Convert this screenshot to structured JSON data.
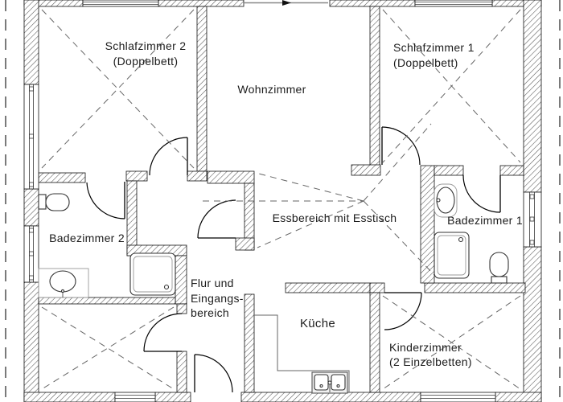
{
  "colors": {
    "wall_hatch": "#555555",
    "outline": "#111111",
    "room_diagonal_dash": "#666666",
    "text": "#1c1c1c",
    "background": "#ffffff"
  },
  "rooms": {
    "schlafzimmer2": {
      "line1": "Schlafzimmer 2",
      "line2": "(Doppelbett)"
    },
    "wohnzimmer": {
      "label": "Wohnzimmer"
    },
    "schlafzimmer1": {
      "line1": "Schlafzimmer 1",
      "line2": "(Doppelbett)"
    },
    "essbereich": {
      "label": "Essbereich mit Esstisch"
    },
    "badezimmer2": {
      "label": "Badezimmer 2"
    },
    "badezimmer1": {
      "label": "Badezimmer 1"
    },
    "flur": {
      "line1": "Flur und",
      "line2": "Eingangs-",
      "line3": "bereich"
    },
    "kueche": {
      "label": "Küche"
    },
    "kinderzimmer": {
      "line1": "Kinderzimmer",
      "line2": "(2 Einzelbetten)"
    }
  }
}
